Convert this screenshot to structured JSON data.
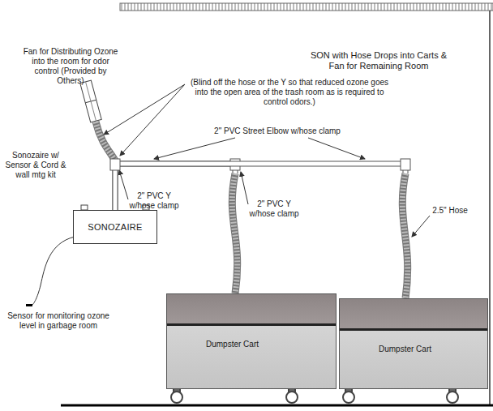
{
  "diagram": {
    "title": "SON with Hose Drops into Carts & Fan for Remaining Room",
    "nodes": [
      {
        "text": [
          "SONOZAIRE"
        ]
      },
      {
        "text": [
          "Dumpster Cart"
        ]
      },
      {
        "text": [
          "Dumpster Cart"
        ]
      }
    ],
    "edges": [
      {
        "from": 0,
        "to": 1,
        "arrow": "none"
      },
      {
        "from": 0,
        "to": 2,
        "arrow": "none"
      }
    ],
    "labels": [
      "Fan for Distributing Ozone into the room for odor control (Provided by Others)",
      "(Blind off the hose or the Y so that reduced ozone goes into the open area of the trash room as is required to control odors.)",
      "2\" PVC Street Elbow w/hose clamp",
      "Sonozaire w/ Sensor & Cord & wall mtg kit",
      "2\" PVC Y w/hose clamp",
      "2\" PVC Y w/hose clamp",
      "2.5\" Hose",
      "Sensor for monitoring ozone level in garbage room"
    ]
  }
}
